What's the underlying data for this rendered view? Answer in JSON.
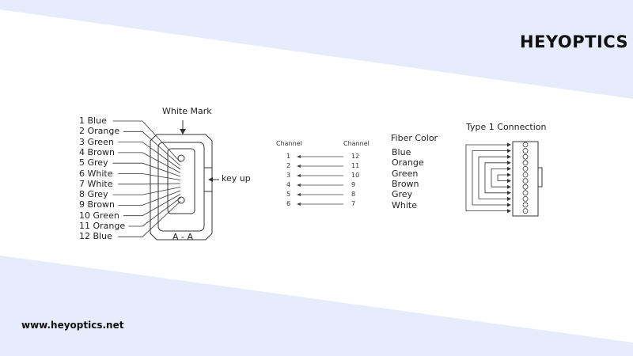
{
  "brand": {
    "logo_text": "HEYOPTICS",
    "website": "www.heyoptics.net"
  },
  "colors": {
    "band": "#e6ecfb",
    "line": "#333333",
    "text": "#222222"
  },
  "connector": {
    "fibers": [
      "1 Blue",
      "2 Orange",
      "3 Green",
      "4 Brown",
      "5 Grey",
      "6 White",
      "7 White",
      "8 Grey",
      "9 Brown",
      "10 Green",
      "11 Orange",
      "12 Blue"
    ],
    "white_mark_label": "White Mark",
    "key_label": "key up",
    "section_label": "A - A"
  },
  "channel_map": {
    "left_header": "Channel",
    "right_header": "Channel",
    "left_channels": [
      "1",
      "2",
      "3",
      "4",
      "5",
      "6"
    ],
    "right_channels": [
      "12",
      "11",
      "10",
      "9",
      "8",
      "7"
    ]
  },
  "fiber_color": {
    "title": "Fiber Color",
    "colors": [
      "Blue",
      "Orange",
      "Green",
      "Brown",
      "Grey",
      "White"
    ]
  },
  "type1": {
    "title": "Type 1 Connection"
  }
}
